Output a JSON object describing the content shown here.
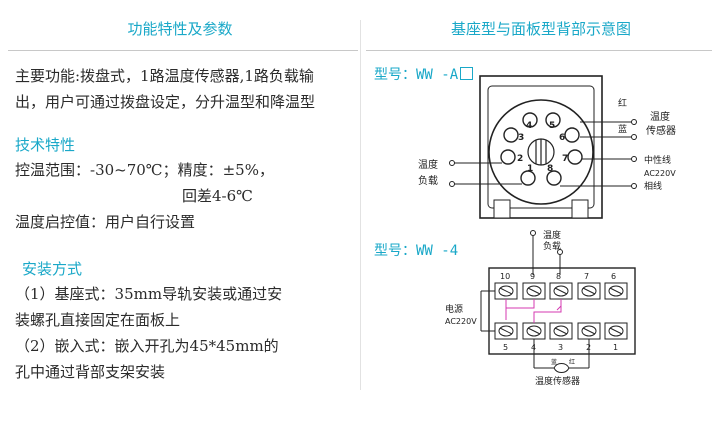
{
  "header": {
    "left_title": "功能特性及参数",
    "right_title": "基座型与面板型背部示意图"
  },
  "features": {
    "line1": "主要功能:拨盘式，1路温度传感器,1路负载输",
    "line2": "出，用户可通过拨盘设定，分升温型和降温型"
  },
  "tech": {
    "heading": "技术特性",
    "line1": "控温范围：-30~70℃；精度：±5%，",
    "line2": "回差4-6℃",
    "line3": "温度启控值：用户自行设置"
  },
  "install": {
    "heading": "安装方式",
    "line1": "（1）基座式：35mm导轨安装或通过安",
    "line2": "装螺孔直接固定在面板上",
    "line3": "（2）嵌入式：嵌入开孔为45*45mm的",
    "line4": "孔中通过背部支架安装"
  },
  "diagram_a": {
    "model_prefix": "型号：WW  -A",
    "pins": [
      "1",
      "2",
      "3",
      "4",
      "5",
      "6",
      "7",
      "8"
    ],
    "right_labels": {
      "red": "红",
      "blue": "蓝",
      "temp1": "温度",
      "temp2": "传感器",
      "neutral": "中性线",
      "ac": "AC220V",
      "phase": "相线"
    },
    "left_labels": {
      "temp": "温度",
      "load": "负载"
    }
  },
  "diagram_b": {
    "model": "型号：WW  -4",
    "top_label1": "温度",
    "top_label2": "负载",
    "top_numbers": [
      "10",
      "9",
      "8",
      "7",
      "6"
    ],
    "bottom_numbers": [
      "5",
      "4",
      "3",
      "2",
      "1"
    ],
    "power1": "电源",
    "power2": "AC220V",
    "sensor_label": "温度传感器",
    "small_blue": "蓝",
    "small_red": "红"
  }
}
